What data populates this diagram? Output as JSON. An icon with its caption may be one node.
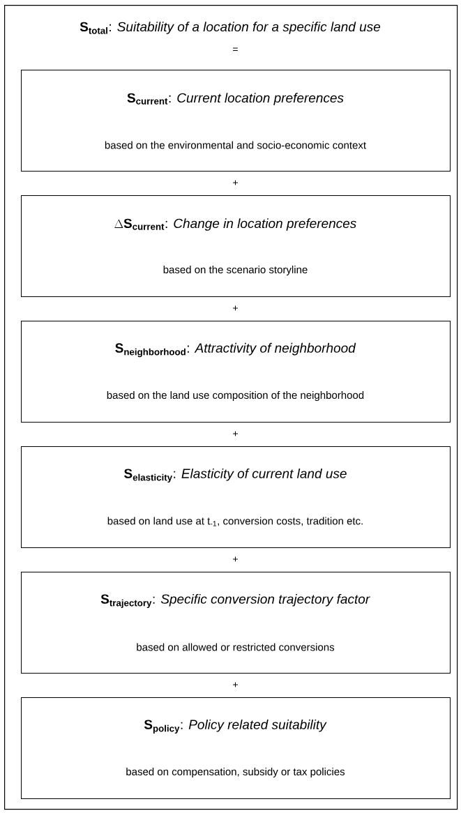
{
  "diagram": {
    "nodes": [
      {
        "text": [
          "\\text{\\textbf{S}}_{\\text{\\textbf{total}}}\\text{: \\textit{Suitability of a location for a specific land use}}"
        ]
      },
      {
        "text": [
          "\\text{\\textbf{S}}_{\\text{\\textbf{current}}}\\text{: \\textit{Current location preferences}}",
          "based on the environmental and socio-economic context"
        ],
        "in": 0
      },
      {
        "text": [
          "\\Delta\\text{\\textbf{S}}_{\\text{\\textbf{current}}}\\text{: \\textit{Change in location preferences}}",
          "based on the scenario storyline"
        ],
        "in": 0
      },
      {
        "text": [
          "\\text{\\textbf{S}}_{\\text{\\textbf{neighborhood}}}\\text{: \\textit{Attractivity of neighborhood}}",
          "based on the land use composition of the neighborhood"
        ],
        "in": 0
      },
      {
        "text": [
          "\\text{\\textbf{S}}_{\\text{\\textbf{elasticity}}}\\text{: \\textit{Elasticity of current land use}}",
          "based on land use at t$_{-1}$, conversion costs, tradition etc."
        ],
        "in": 0
      },
      {
        "text": [
          "\\text{\\textbf{S}}_{\\text{\\textbf{trajectory}}}\\text{: \\textit{Specific conversion trajectory factor}}",
          "based on allowed or restricted conversions"
        ],
        "in": 0
      },
      {
        "text": [
          "\\text{\\textbf{S}}_{\\text{\\textbf{policy}}}\\text{: \\textit{Policy related suitability}}",
          "based on compensation, subsidy or tax policies"
        ],
        "in": 0
      }
    ],
    "labels": [
      "=",
      "+",
      "+",
      "+",
      "+",
      "+"
    ]
  }
}
